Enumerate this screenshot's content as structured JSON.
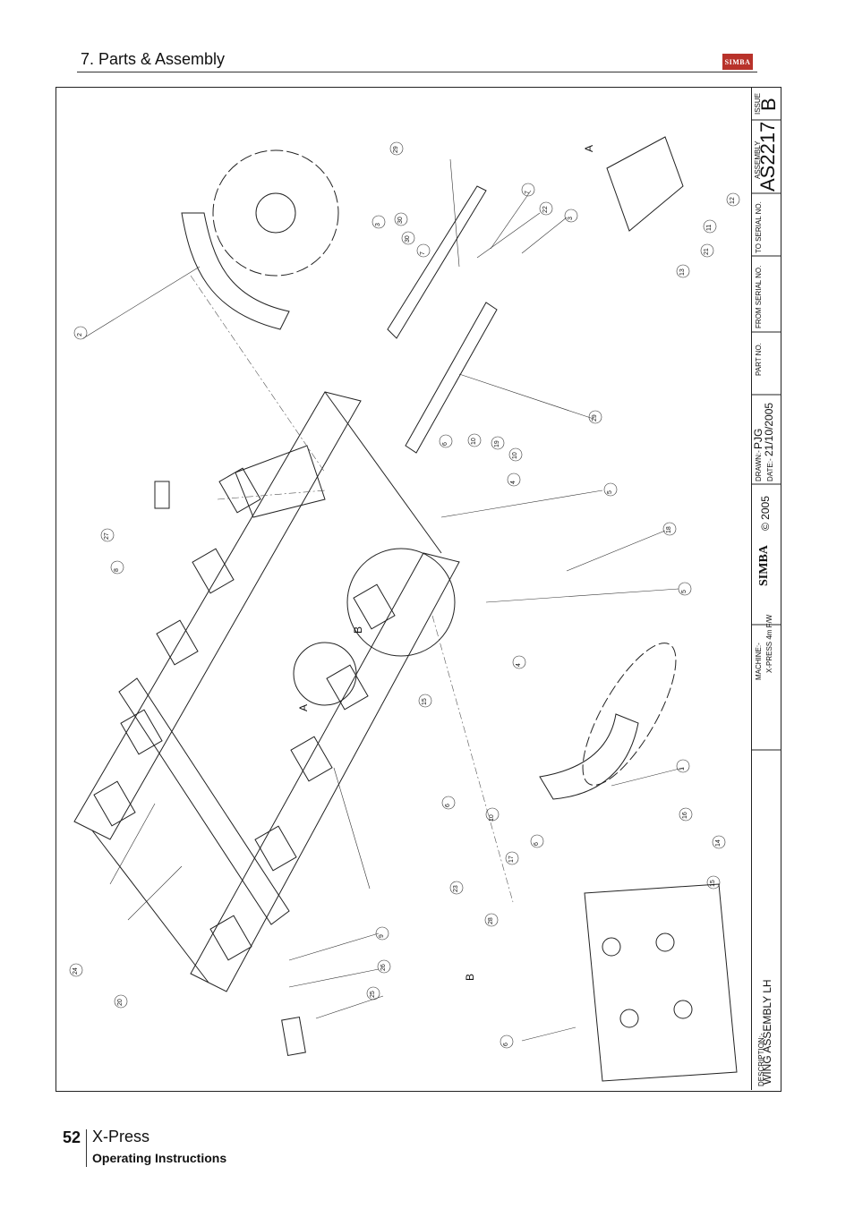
{
  "header": {
    "title": "7. Parts & Assembly",
    "logo_text": "SIMBA"
  },
  "title_block": {
    "issue_label": "ISSUE",
    "issue": "B",
    "assembly_label": "ASSEMBLY",
    "assembly_no": "AS2217",
    "to_serial_label": "TO SERIAL NO.",
    "from_serial_label": "FROM SERIAL NO.",
    "part_no_label": "PART NO.",
    "drawn_label": "DRAWN:-",
    "drawn_by": "PJG",
    "date_label": "DATE:-",
    "date": "21/10/2005",
    "copyright": "© 2005",
    "brand": "SIMBA",
    "machine_label": "MACHINE:-",
    "machine": "X-PRESS 4m F/W",
    "description_label": "DESCRIPTION:-",
    "description": "WING ASSEMBLY LH"
  },
  "view_labels": {
    "a_top": "A",
    "a_mid": "A",
    "b_mid": "B",
    "b_bottom": "B"
  },
  "callouts": [
    "29",
    "7",
    "22",
    "3",
    "3",
    "30",
    "30",
    "7",
    "2",
    "13",
    "21",
    "11",
    "12",
    "29",
    "6",
    "10",
    "19",
    "10",
    "4",
    "5",
    "18",
    "5",
    "27",
    "8",
    "4",
    "15",
    "1",
    "6",
    "10",
    "16",
    "14",
    "15",
    "17",
    "28",
    "6",
    "23",
    "9",
    "26",
    "25",
    "24",
    "20",
    "6"
  ],
  "footer": {
    "page_number": "52",
    "product": "X-Press",
    "subtitle": "Operating Instructions"
  }
}
